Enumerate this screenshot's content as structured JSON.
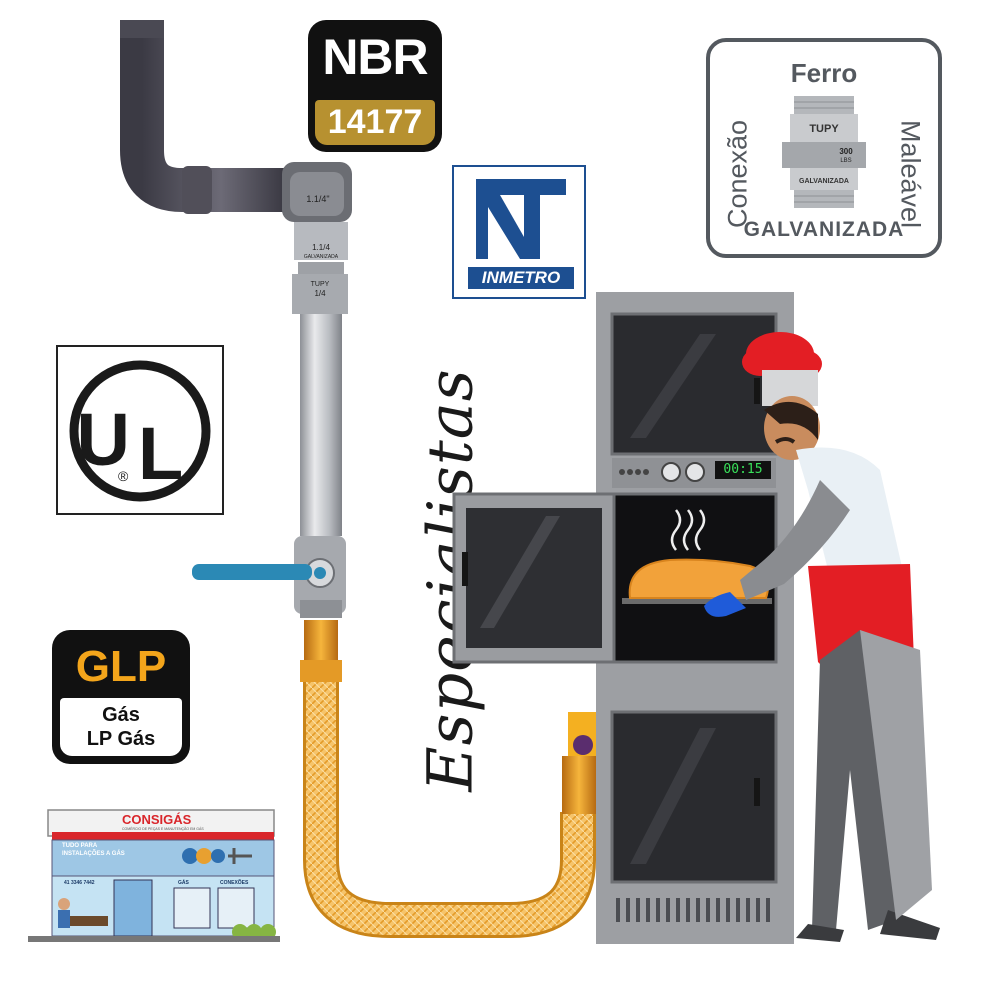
{
  "badges": {
    "nbr": {
      "top": "NBR",
      "bottom": "14177"
    },
    "inmetro": {
      "label": "INMETRO"
    },
    "ul": {
      "letters": "UL",
      "registered": "®"
    },
    "glp": {
      "title": "GLP",
      "line1": "Gás",
      "line2": "LP Gás"
    },
    "galvanizada": {
      "top": "Ferro",
      "left": "Conexão",
      "right": "Maleável",
      "bottom": "GALVANIZADA",
      "fitting_brand": "TUPY",
      "fitting_rating": "300",
      "fitting_rating_unit": "LBS",
      "fitting_label": "GALVANIZADA"
    }
  },
  "pipe": {
    "elbow_size": "1.1/4\"",
    "fitting_size": "1.1/4",
    "fitting_label": "GALVANIZADA",
    "brand": "TUPY",
    "nipple_size": "1/4"
  },
  "slogan": "Especialistas",
  "oven": {
    "timer": "00:15"
  },
  "store": {
    "brand": "CONSIGÁS",
    "subtitle": "COMÉRCIO DE PEÇAS E MANUTENÇÃO EM GÁS",
    "headline": "TUDO PARA\nINSTALAÇÕES A GÁS",
    "phone": "41 3346 7442",
    "sign_gas": "GÁS",
    "sign_conexoes": "CONEXÕES"
  },
  "colors": {
    "accent_orange": "#f3a51b",
    "nbr_gold": "#b79130",
    "inmetro_blue": "#1d4f91",
    "pipe_blue": "#2b89b5",
    "apron_red": "#e31e24",
    "brand_red": "#d9262b"
  }
}
